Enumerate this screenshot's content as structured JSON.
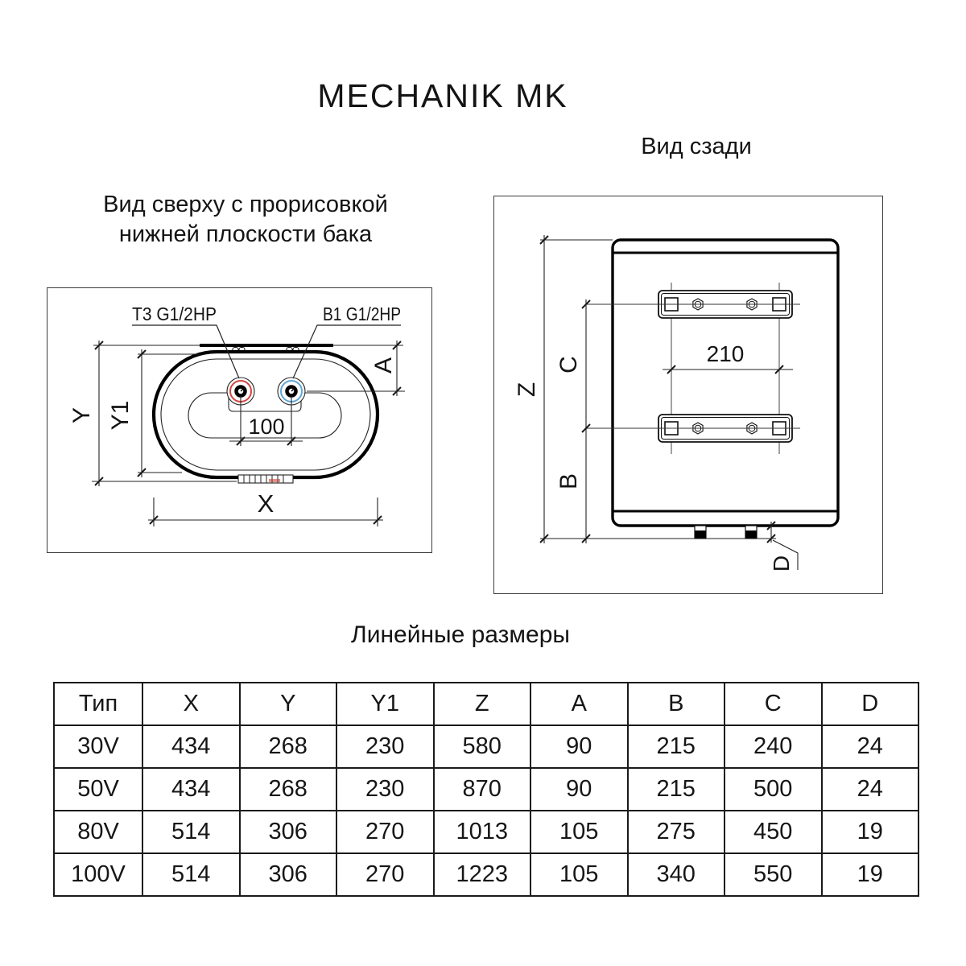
{
  "title": "MECHANIK MK",
  "top_view": {
    "caption_line1": "Вид сверху с прорисовкой",
    "caption_line2": "нижней плоскости бака",
    "port_hot": "Т3 G1/2HP",
    "port_cold": "В1 G1/2HP",
    "dim_y": "Y",
    "dim_y1": "Y1",
    "dim_a": "A",
    "dim_x": "X",
    "dim_ports_spacing": "100"
  },
  "rear_view": {
    "caption": "Вид сзади",
    "dim_z": "Z",
    "dim_c": "C",
    "dim_b": "B",
    "dim_d": "D",
    "dim_bracket_holes": "210"
  },
  "table": {
    "title": "Линейные размеры",
    "headers": [
      "Тип",
      "X",
      "Y",
      "Y1",
      "Z",
      "A",
      "B",
      "C",
      "D"
    ],
    "rows": [
      [
        "30V",
        "434",
        "268",
        "230",
        "580",
        "90",
        "215",
        "240",
        "24"
      ],
      [
        "50V",
        "434",
        "268",
        "230",
        "870",
        "90",
        "215",
        "500",
        "24"
      ],
      [
        "80V",
        "514",
        "306",
        "270",
        "1013",
        "105",
        "275",
        "450",
        "19"
      ],
      [
        "100V",
        "514",
        "306",
        "270",
        "1223",
        "105",
        "340",
        "550",
        "19"
      ]
    ]
  },
  "colors": {
    "hot_port_ring": "#d64541",
    "cold_port_ring": "#5fa8d8"
  }
}
